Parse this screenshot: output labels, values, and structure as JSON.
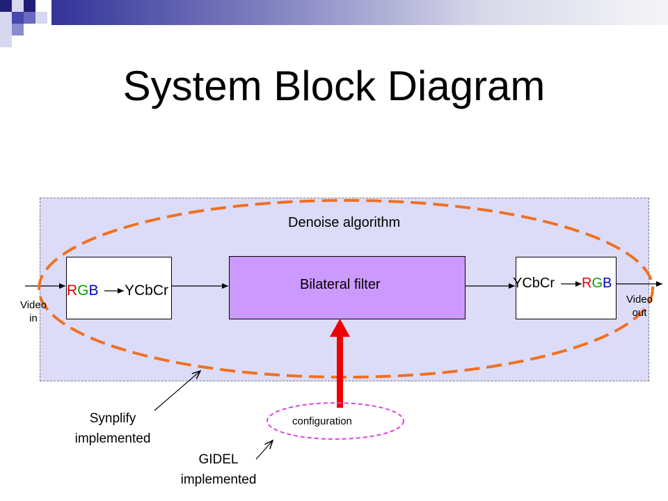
{
  "title": "System Block Diagram",
  "algorithm_label": "Denoise algorithm",
  "filter_label": "Bilateral filter",
  "left_converter": {
    "from": [
      "R",
      "G",
      "B"
    ],
    "to": "YCbCr"
  },
  "right_converter": {
    "from": "YCbCr",
    "to": [
      "R",
      "G",
      "B"
    ]
  },
  "video_in": [
    "Video",
    "in"
  ],
  "video_out": [
    "Video",
    "out"
  ],
  "config_label": "configuration",
  "synplify_label": [
    "Synplify",
    "implemented"
  ],
  "gidel_label": [
    "GIDEL",
    "implemented"
  ],
  "colors": {
    "red": "#e00000",
    "green": "#00a000",
    "blue": "#0000cc",
    "ellipse": "#f07020",
    "config_ellipse": "#e040e0",
    "filter_fill": "#cc99ff",
    "region_fill": "#dcdcf8",
    "arrow_red": "#ee0000",
    "navy": "#333399"
  }
}
